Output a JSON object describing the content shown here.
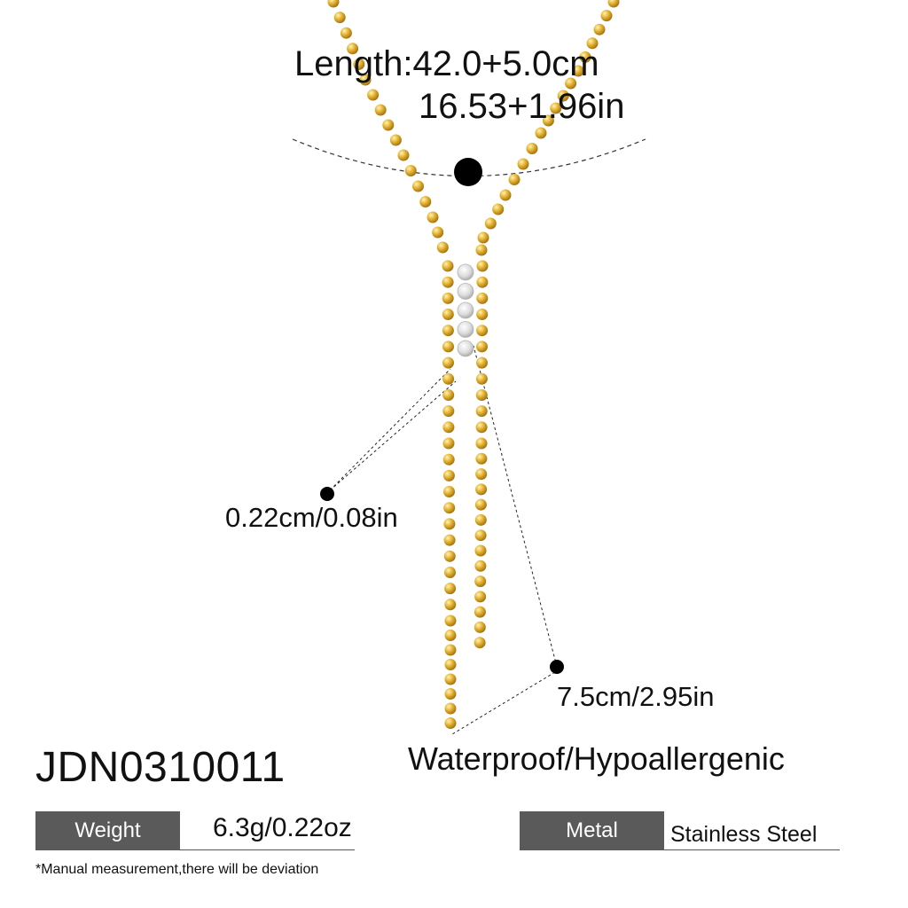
{
  "product": {
    "sku": "JDN0310011",
    "feature_text": "Waterproof/Hypoallergenic",
    "disclaimer": "*Manual measurement,there will be deviation"
  },
  "measurements": {
    "length_cm": "Length:42.0+5.0cm",
    "length_in": "16.53+1.96in",
    "bead_size": "0.22cm/0.08in",
    "tassel_length": "7.5cm/2.95in"
  },
  "specs": {
    "weight_label": "Weight",
    "weight_value": "6.3g/0.22oz",
    "metal_label": "Metal",
    "metal_value": "Stainless Steel"
  },
  "colors": {
    "gold": "#d9a521",
    "label_bg": "#5a5a5a",
    "crystal": "#e6e6e6"
  }
}
